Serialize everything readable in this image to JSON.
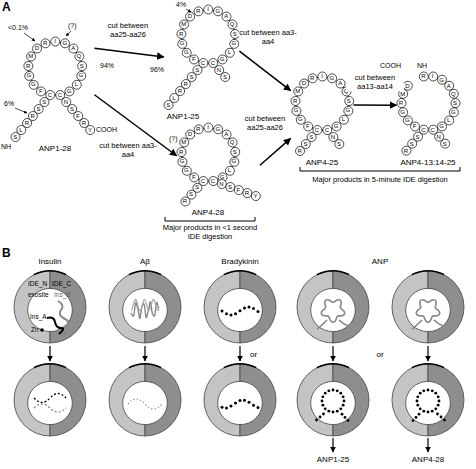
{
  "diagram": {
    "nodes": [
      {
        "text": [
          "ANP1-28",
          "S",
          "L",
          "R",
          "R",
          "S",
          "S",
          "C",
          "F",
          "G",
          "G",
          "R",
          "M",
          "D",
          "R",
          "I",
          "G",
          "A",
          "Q",
          "S",
          "G",
          "L",
          "G",
          "C",
          "N",
          "S",
          "F",
          "R",
          "Y"
        ]
      },
      {
        "text": [
          "ANP1-25",
          "S",
          "L",
          "R",
          "R",
          "S",
          "S",
          "C",
          "F",
          "G",
          "G",
          "R",
          "M",
          "D",
          "R",
          "I",
          "G",
          "A",
          "Q",
          "S",
          "G",
          "L",
          "G",
          "C",
          "N",
          "S"
        ]
      },
      {
        "text": [
          "ANP4-28",
          "R",
          "S",
          "S",
          "C",
          "F",
          "G",
          "G",
          "R",
          "M",
          "D",
          "R",
          "I",
          "G",
          "A",
          "Q",
          "S",
          "G",
          "L",
          "G",
          "C",
          "N",
          "S",
          "F",
          "R",
          "Y"
        ]
      },
      {
        "text": [
          "ANP4-25",
          "R",
          "S",
          "S",
          "C",
          "F",
          "G",
          "G",
          "R",
          "M",
          "D",
          "R",
          "I",
          "G",
          "A",
          "Q",
          "S",
          "G",
          "L",
          "G",
          "C",
          "N",
          "S"
        ]
      },
      {
        "text": [
          "ANP4-13:14-25",
          "R",
          "S",
          "S",
          "C",
          "F",
          "G",
          "G",
          "R",
          "M",
          "D",
          "R",
          "I",
          "G",
          "A",
          "Q",
          "S",
          "G",
          "L",
          "G",
          "C",
          "N",
          "S"
        ]
      }
    ],
    "edges": [
      {
        "from": 0,
        "to": 1,
        "arrow": "to",
        "label": "cut between aa25-aa26"
      },
      {
        "from": 0,
        "to": 2,
        "arrow": "to",
        "label": "cut between aa3-aa4"
      },
      {
        "from": 1,
        "to": 3,
        "arrow": "to",
        "label": "cut between aa3-aa4"
      },
      {
        "from": 2,
        "to": 3,
        "arrow": "to",
        "label": "cut between aa25-aa26"
      },
      {
        "from": 3,
        "to": 4,
        "arrow": "to",
        "label": "cut between aa13-aa14"
      }
    ],
    "labels": [
      "A",
      "<0.1%",
      "(?)",
      "6%",
      "NH",
      "COOH",
      "4%",
      "96%",
      "94%",
      "(?)",
      "NH",
      "COOH",
      "Major products in <1 second IDE digestion",
      "Major products in 5-minute IDE digestion",
      "B",
      "Insulin",
      "Aβ",
      "Bradykinin",
      "ANP",
      "IDE_N",
      "IDE_C",
      "exosite",
      "Ins_B",
      "Ins_A",
      "Zn",
      "or",
      "or",
      "ANP1-25",
      "ANP4-28"
    ]
  }
}
